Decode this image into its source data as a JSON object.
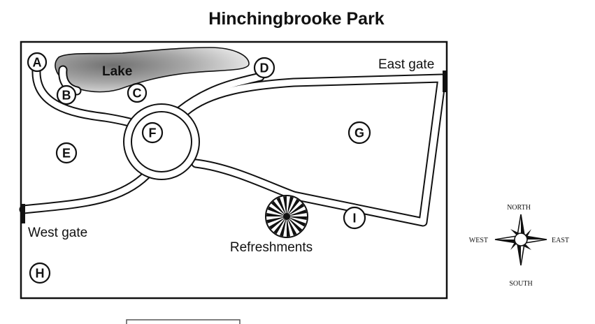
{
  "title": "Hinchingbrooke Park",
  "labels": {
    "lake": "Lake",
    "east_gate": "East gate",
    "west_gate": "West gate",
    "refreshments": "Refreshments"
  },
  "markers": {
    "A": "A",
    "B": "B",
    "C": "C",
    "D": "D",
    "E": "E",
    "F": "F",
    "G": "G",
    "H": "H",
    "I": "I"
  },
  "compass": {
    "north": "NORTH",
    "south": "SOUTH",
    "east": "EAST",
    "west": "WEST"
  },
  "colors": {
    "ink": "#111111",
    "lake_fill": "#8a8a8a",
    "background": "#ffffff"
  },
  "answer_box": ""
}
